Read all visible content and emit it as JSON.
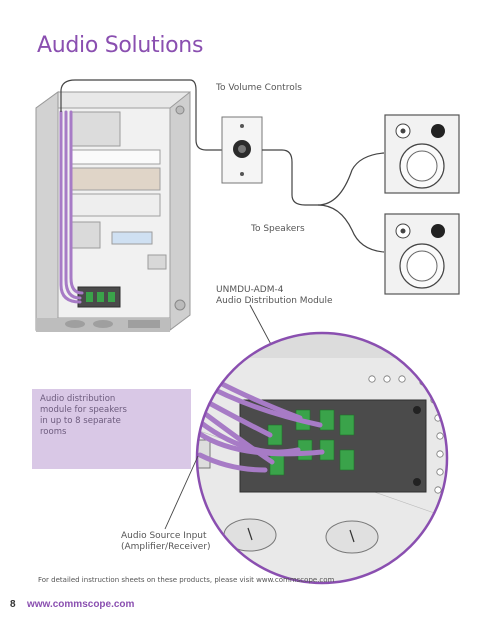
{
  "page": {
    "title": "Audio Solutions",
    "page_number": "8",
    "url": "www.commscope.com",
    "footer_note": "For detailed instruction sheets on these products, please visit www.commscope.com"
  },
  "labels": {
    "volume_controls": "To Volume Controls",
    "speakers": "To Speakers",
    "module_line1": "UNMDU-ADM-4",
    "module_line2": "Audio Distribution Module",
    "source_line1": "Audio Source Input",
    "source_line2": "(Amplifier/Receiver)"
  },
  "callout": {
    "lines": [
      "Audio distribution",
      "module for speakers",
      "in up to 8 separate",
      "rooms"
    ]
  },
  "colors": {
    "accent": "#8a4fb0",
    "cable": "#a77bc6",
    "callout_bg": "#d9c8e6",
    "module_green": "#3aa34a"
  }
}
